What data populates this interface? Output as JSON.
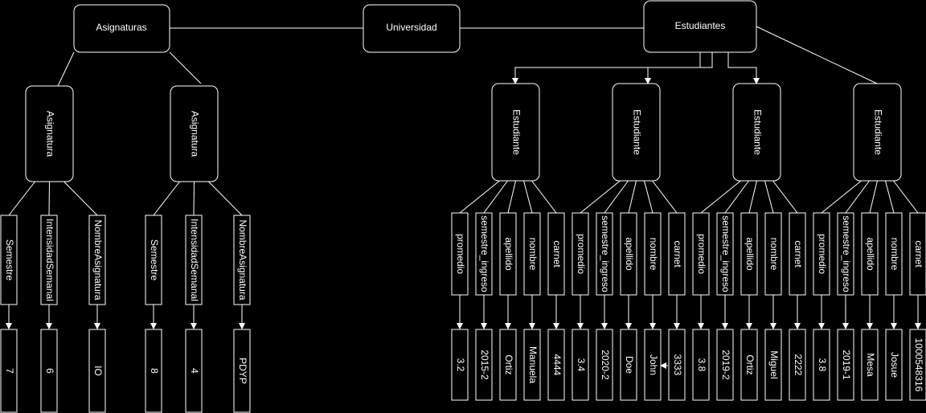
{
  "root": "Universidad",
  "groups": {
    "asignaturas": "Asignaturas",
    "estudiantes": "Estudiantes"
  },
  "asignaturas": [
    {
      "label": "Asignatura",
      "attributes": [
        {
          "name": "Semestre",
          "value": "7"
        },
        {
          "name": "IntensidadSemanal",
          "value": "6"
        },
        {
          "name": "NombreAsignatura",
          "value": "IO"
        }
      ]
    },
    {
      "label": "Asignatura",
      "attributes": [
        {
          "name": "Semestre",
          "value": "8"
        },
        {
          "name": "IntensidadSemanal",
          "value": "4"
        },
        {
          "name": "NombreAsignatura",
          "value": "PDYP"
        }
      ]
    }
  ],
  "estudiantes": [
    {
      "label": "Estudiante",
      "attributes": [
        {
          "name": "promedio",
          "value": "3.2"
        },
        {
          "name": "semestre_ingreso",
          "value": "2015-2"
        },
        {
          "name": "apellido",
          "value": "Ortiz"
        },
        {
          "name": "nombre",
          "value": "Manuela"
        },
        {
          "name": "carnet",
          "value": "4444"
        }
      ]
    },
    {
      "label": "Estudiante",
      "attributes": [
        {
          "name": "promedio",
          "value": "3.4"
        },
        {
          "name": "semestre_ingreso",
          "value": "2020-2"
        },
        {
          "name": "apellido",
          "value": "Doe"
        },
        {
          "name": "nombre",
          "value": "John"
        },
        {
          "name": "carnet",
          "value": "3333"
        }
      ]
    },
    {
      "label": "Estudiante",
      "attributes": [
        {
          "name": "promedio",
          "value": "3.8"
        },
        {
          "name": "semestre_ingreso",
          "value": "2019-2"
        },
        {
          "name": "apellido",
          "value": "Ortiz"
        },
        {
          "name": "nombre",
          "value": "Miguel"
        },
        {
          "name": "carnet",
          "value": "2222"
        }
      ]
    },
    {
      "label": "Estudiante",
      "attributes": [
        {
          "name": "promedio",
          "value": "3.8"
        },
        {
          "name": "semestre_ingreso",
          "value": "2019-1"
        },
        {
          "name": "apellido",
          "value": "Mesa"
        },
        {
          "name": "nombre",
          "value": "Josue"
        },
        {
          "name": "carnet",
          "value": "1000548316"
        }
      ]
    }
  ],
  "colors": {
    "background": "#000000",
    "stroke": "#ffffff",
    "text": "#ffffff"
  }
}
